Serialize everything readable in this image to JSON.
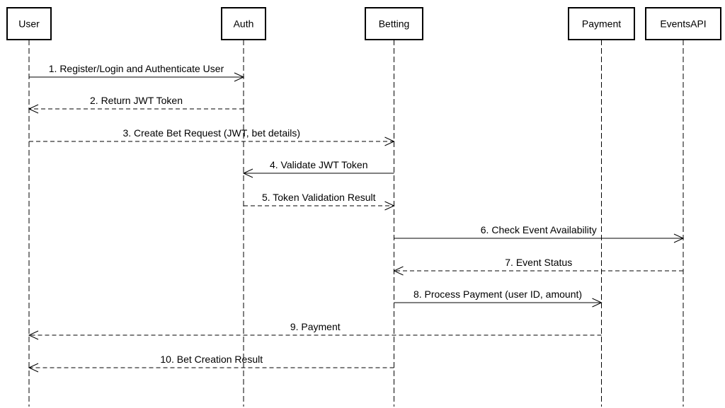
{
  "diagram": {
    "participants": [
      {
        "id": "user",
        "label": "User"
      },
      {
        "id": "auth",
        "label": "Auth"
      },
      {
        "id": "betting",
        "label": "Betting"
      },
      {
        "id": "payment",
        "label": "Payment"
      },
      {
        "id": "eventsapi",
        "label": "EventsAPI"
      }
    ],
    "messages": [
      {
        "label": "1. Register/Login and Authenticate User",
        "from": "user",
        "to": "auth",
        "style": "solid"
      },
      {
        "label": "2. Return JWT Token",
        "from": "auth",
        "to": "user",
        "style": "dashed"
      },
      {
        "label": "3. Create Bet Request (JWT, bet details)",
        "from": "user",
        "to": "betting",
        "style": "dashed"
      },
      {
        "label": "4. Validate JWT Token",
        "from": "betting",
        "to": "auth",
        "style": "solid"
      },
      {
        "label": "5. Token Validation Result",
        "from": "auth",
        "to": "betting",
        "style": "dashed"
      },
      {
        "label": "6. Check Event Availability",
        "from": "betting",
        "to": "eventsapi",
        "style": "solid"
      },
      {
        "label": "7. Event Status",
        "from": "eventsapi",
        "to": "betting",
        "style": "dashed"
      },
      {
        "label": "8. Process Payment (user ID, amount)",
        "from": "betting",
        "to": "payment",
        "style": "solid"
      },
      {
        "label": "9. Payment",
        "from": "payment",
        "to": "user",
        "style": "dashed"
      },
      {
        "label": "10. Bet Creation Result",
        "from": "betting",
        "to": "user",
        "style": "dashed"
      }
    ]
  }
}
